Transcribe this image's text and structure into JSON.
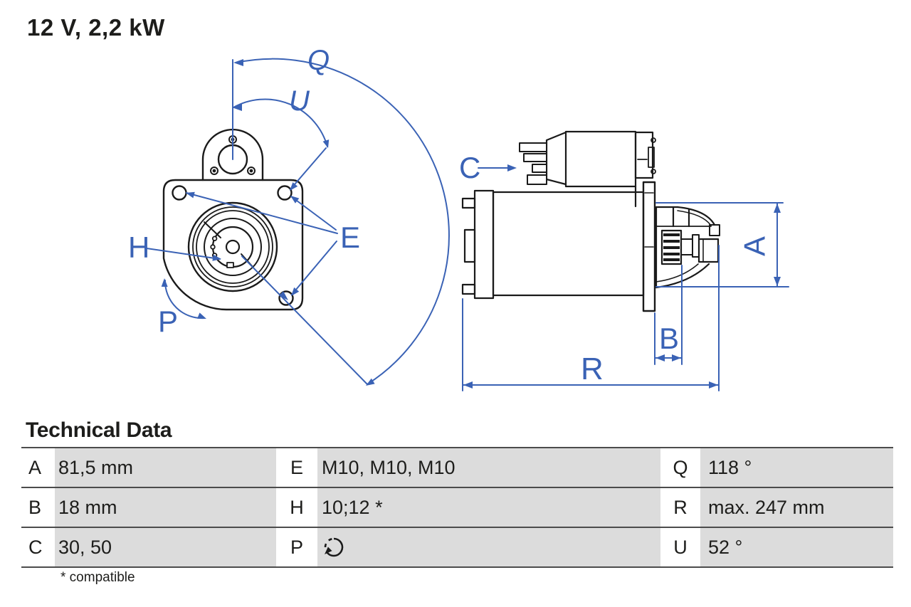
{
  "title": "12 V, 2,2 kW",
  "colors": {
    "accent_blue": "#3a62b5",
    "drawing_black": "#1a1a1a",
    "cell_gray": "#dcdcdc",
    "rule_gray": "#4c4c4c"
  },
  "diagram": {
    "labels": {
      "q": "Q",
      "u": "U",
      "e": "E",
      "h": "H",
      "p": "P",
      "c": "C",
      "a": "A",
      "b": "B",
      "r": "R"
    }
  },
  "table": {
    "heading": "Technical Data",
    "footnote": "* compatible",
    "rows": [
      [
        {
          "key": "A",
          "value": "81,5 mm"
        },
        {
          "key": "E",
          "value": "M10, M10, M10"
        },
        {
          "key": "Q",
          "value": "118 °"
        }
      ],
      [
        {
          "key": "B",
          "value": "18 mm"
        },
        {
          "key": "H",
          "value": "10;12 *"
        },
        {
          "key": "R",
          "value": "max. 247 mm"
        }
      ],
      [
        {
          "key": "C",
          "value": "30, 50"
        },
        {
          "key": "P",
          "value": "",
          "icon": "rotation-direction-icon"
        },
        {
          "key": "U",
          "value": "52 °"
        }
      ]
    ]
  }
}
